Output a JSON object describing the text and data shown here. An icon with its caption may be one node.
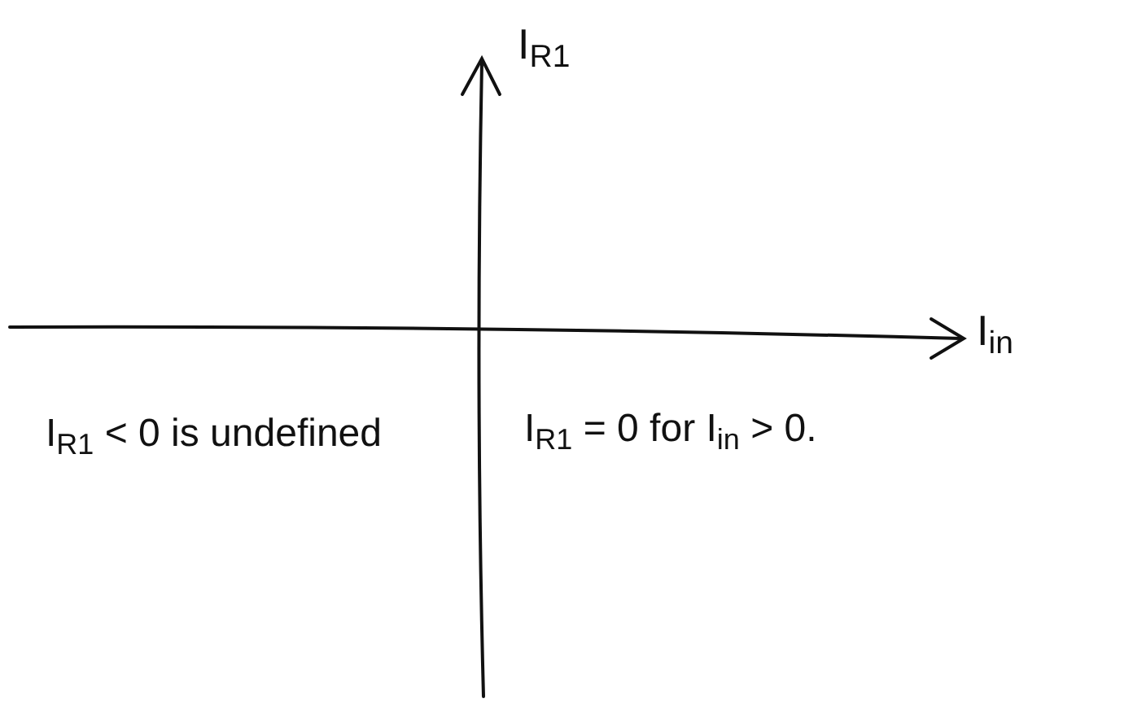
{
  "diagram": {
    "labels": [
      "I$_{R1}$",
      "I$_{in}$",
      "I$_{R1}$ < 0 is undefined",
      "I$_{R1}$ = 0 for I$_{in}$ > 0."
    ]
  }
}
